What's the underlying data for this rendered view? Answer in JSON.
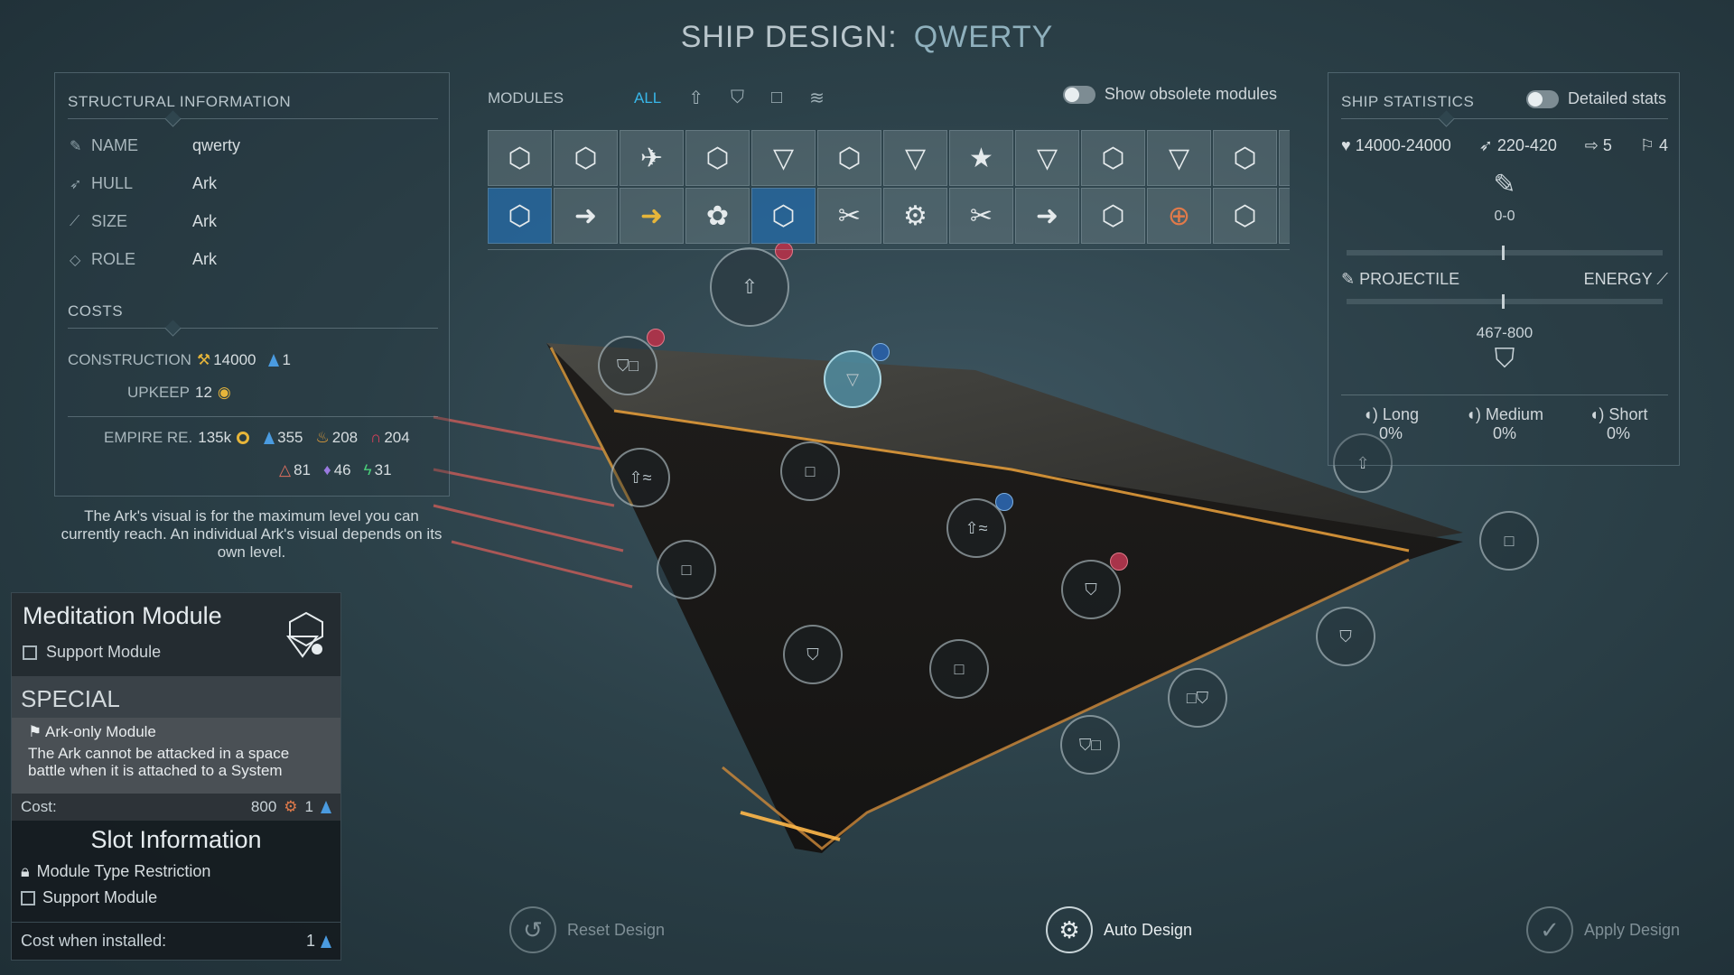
{
  "header": {
    "label": "SHIP DESIGN:",
    "design_name": "QWERTY"
  },
  "structural": {
    "title": "STRUCTURAL INFORMATION",
    "rows": [
      {
        "label": "NAME",
        "value": "qwerty",
        "icon": "pencil-icon"
      },
      {
        "label": "HULL",
        "value": "Ark",
        "icon": "ship-icon"
      },
      {
        "label": "SIZE",
        "value": "Ark",
        "icon": "ruler-icon"
      },
      {
        "label": "ROLE",
        "value": "Ark",
        "icon": "tag-icon"
      }
    ],
    "costs_title": "COSTS",
    "construction_label": "CONSTRUCTION",
    "construction_industry": "14000",
    "construction_resource": "1",
    "upkeep_label": "UPKEEP",
    "upkeep_value": "12",
    "empire_label": "EMPIRE RE.",
    "empire_dust": "135k",
    "empire_resources": [
      "355",
      "208",
      "204",
      "81",
      "46",
      "31"
    ]
  },
  "note": "The Ark's visual is for the maximum level you can currently reach. An individual Ark's visual depends on its own level.",
  "tooltip": {
    "title": "Meditation Module",
    "type": "Support Module",
    "special_label": "SPECIAL",
    "ark_only": "Ark-only Module",
    "ark_desc": "The Ark cannot be attacked in a space battle when it is attached to a System",
    "cost_label": "Cost:",
    "cost_industry": "800",
    "cost_resource": "1",
    "slot_info": "Slot Information",
    "restriction": "Module Type Restriction",
    "restriction_type": "Support Module",
    "installed_label": "Cost when installed:",
    "installed_value": "1"
  },
  "modules": {
    "title": "MODULES",
    "filter_all": "ALL",
    "show_obsolete": "Show obsolete modules",
    "grid": [
      "⬡",
      "⬡",
      "✈",
      "⬡",
      "▽",
      "⬡",
      "▽",
      "★",
      "▽",
      "⬡",
      "▽",
      "⬡",
      "⬡",
      "⬡",
      "➜",
      "➜",
      "✿",
      "⬡",
      "✂",
      "⚙",
      "✂",
      "➜",
      "⬡",
      "⊕",
      "⬡",
      "⬡"
    ]
  },
  "stats": {
    "title": "SHIP STATISTICS",
    "detailed": "Detailed stats",
    "hp": "14000-24000",
    "speed": "220-420",
    "moves": "5",
    "cp": "4",
    "damage": "0-0",
    "projectile": "PROJECTILE",
    "energy": "ENERGY",
    "defense": "467-800",
    "long": "Long",
    "long_val": "0%",
    "medium": "Medium",
    "medium_val": "0%",
    "short": "Short",
    "short_val": "0%"
  },
  "footer": {
    "reset": "Reset Design",
    "auto": "Auto Design",
    "apply": "Apply Design"
  },
  "colors": {
    "accent": "#38b6e8",
    "selected_module": "#266caa",
    "gold": "#e6b53a"
  }
}
